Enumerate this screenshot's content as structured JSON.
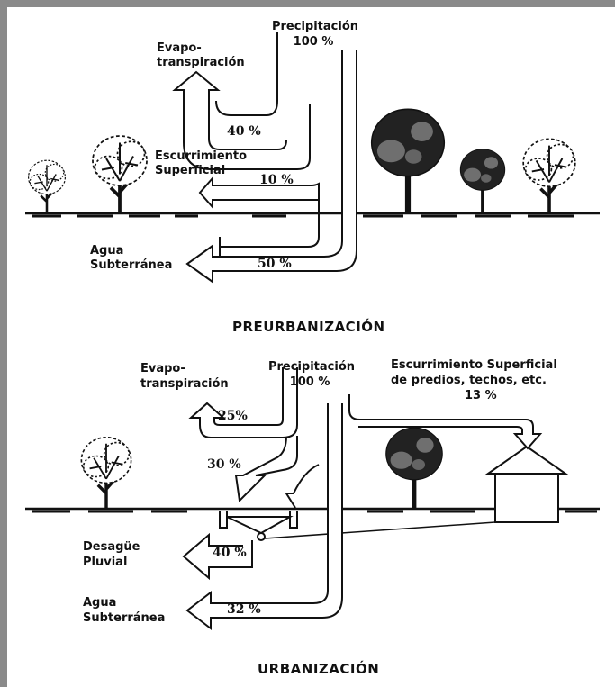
{
  "pre": {
    "precip_label": "Precipitación",
    "precip_pct": "100 %",
    "evapo_label_1": "Evapo-",
    "evapo_label_2": "transpiración",
    "evapo_pct": "40 %",
    "surface_label_1": "Escurrimiento",
    "surface_label_2": "Superficial",
    "surface_pct": "10 %",
    "ground_label_1": "Agua",
    "ground_label_2": "Subterránea",
    "ground_pct": "50 %",
    "title": "PREURBANIZACIÓN"
  },
  "urb": {
    "precip_label": "Precipitación",
    "precip_pct": "100 %",
    "evapo_label_1": "Evapo-",
    "evapo_label_2": "transpiración",
    "evapo_pct": "25%",
    "roof_label_1": "Escurrimiento Superficial",
    "roof_label_2": "de predios, techos, etc.",
    "roof_pct": "13 %",
    "inlet_pct": "30 %",
    "drain_label_1": "Desagüe",
    "drain_label_2": "Pluvial",
    "drain_pct": "40 %",
    "ground_label_1": "Agua",
    "ground_label_2": "Subterránea",
    "ground_pct": "32 %",
    "title": "URBANIZACIÓN"
  }
}
